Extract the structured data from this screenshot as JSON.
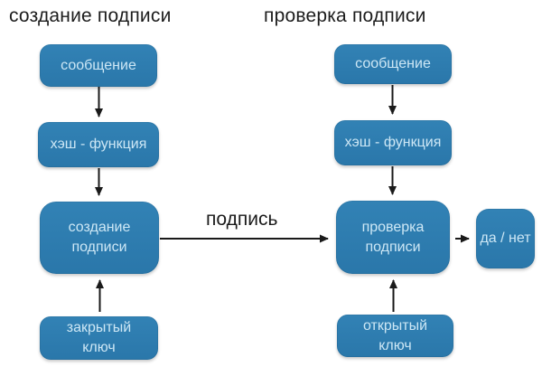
{
  "titles": {
    "left": "создание подписи",
    "right": "проверка подписи"
  },
  "nodes": {
    "left_message": "сообщение",
    "left_hash": "хэш - функция",
    "left_sign": "создание\nподписи",
    "left_private_key": "закрытый\nключ",
    "right_message": "сообщение",
    "right_hash": "хэш - функция",
    "right_verify": "проверка\nподписи",
    "right_public_key": "открытый\nключ",
    "result": "да / нет"
  },
  "edge_labels": {
    "signature": "подпись"
  },
  "colors": {
    "node_fill": "#2c7bae",
    "node_text": "#cde7f5",
    "arrow": "#1a1a1a",
    "title_text": "#1c1c1c",
    "background": "#ffffff"
  }
}
